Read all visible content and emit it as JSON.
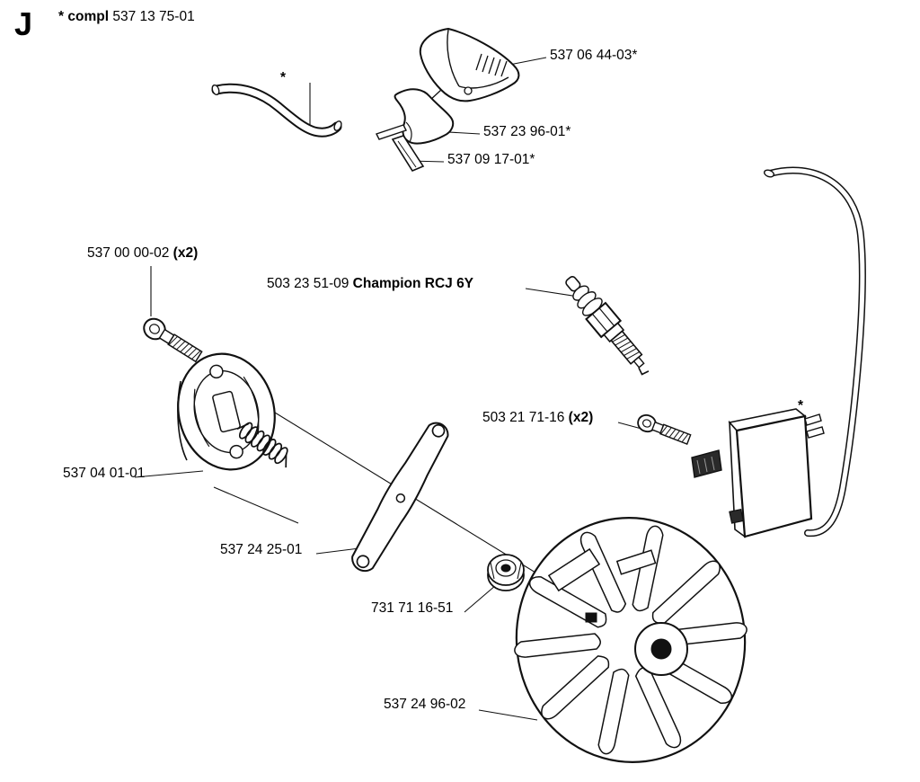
{
  "header": {
    "section_letter": "J",
    "star": "*",
    "compl_word": "compl",
    "assembly_number": "537 13 75-01"
  },
  "labels": {
    "cover": "537 06 44-03*",
    "elbow": "537 23 96-01*",
    "gasket": "537 09 17-01*",
    "clutch_screws_number": "537 00 00-02",
    "clutch_screws_qty": "(x2)",
    "spark_plug_number": "503 23 51-09",
    "spark_plug_name": "Champion RCJ 6Y",
    "clutch": "537 04 01-01",
    "module_screws_number": "503 21 71-16",
    "module_screws_qty": "(x2)",
    "link": "537 24 25-01",
    "nut": "731 71 16-51",
    "flywheel": "537 24 96-02",
    "tube_star": "*",
    "module_star": "*"
  }
}
